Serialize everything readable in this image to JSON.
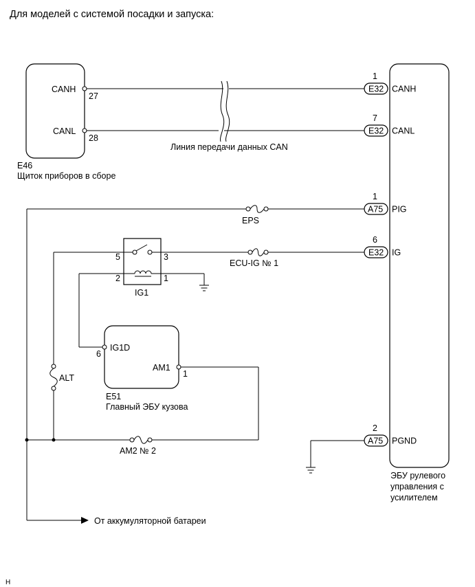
{
  "heading": "Для моделей с системой посадки и запуска:",
  "footer_mark": "H",
  "can_line_label": "Линия передачи данных CAN",
  "battery_label": "От аккумуляторной батареи",
  "combination_meter": {
    "code": "E46",
    "name": "Щиток приборов в сборе",
    "pins": [
      {
        "label": "CANH",
        "num": "27"
      },
      {
        "label": "CANL",
        "num": "28"
      }
    ]
  },
  "power_steering_ecu": {
    "name_lines": [
      "ЭБУ рулевого",
      "управления с",
      "усилителем"
    ],
    "pins": [
      {
        "num": "1",
        "connector": "E32",
        "label": "CANH"
      },
      {
        "num": "7",
        "connector": "E32",
        "label": "CANL"
      },
      {
        "num": "1",
        "connector": "A75",
        "label": "PIG"
      },
      {
        "num": "6",
        "connector": "E32",
        "label": "IG"
      },
      {
        "num": "2",
        "connector": "A75",
        "label": "PGND"
      }
    ]
  },
  "fuses": {
    "eps": "EPS",
    "ecu_ig": "ECU-IG № 1",
    "alt": "ALT",
    "am2": "AM2 № 2"
  },
  "relay": {
    "name": "IG1",
    "pins": [
      "5",
      "3",
      "2",
      "1"
    ]
  },
  "body_ecu": {
    "code": "E51",
    "name": "Главный ЭБУ кузова",
    "pins": [
      {
        "label": "IG1D",
        "num": "6"
      },
      {
        "label": "AM1",
        "num": "1"
      }
    ]
  }
}
